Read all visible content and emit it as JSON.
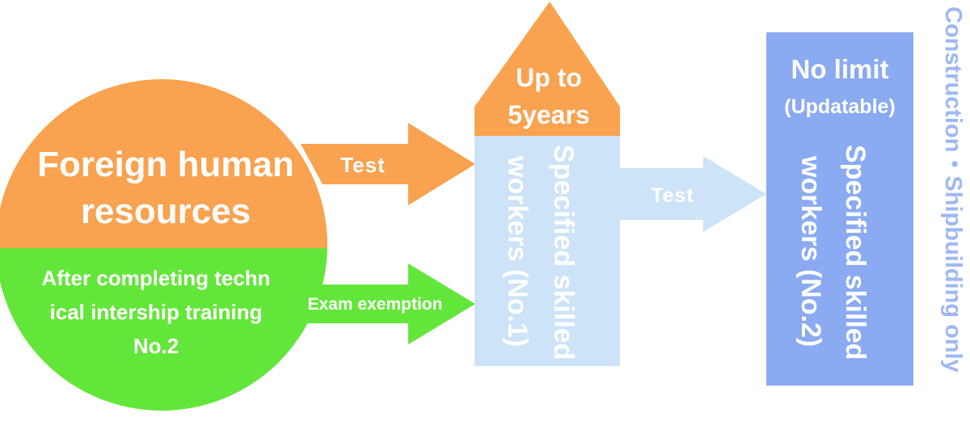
{
  "colors": {
    "orange": "#f9a24f",
    "green": "#63e63a",
    "light_blue": "#cde3f7",
    "blue": "#8aaaf2",
    "vertical_text": "#9db8f3",
    "white": "#ffffff"
  },
  "source": {
    "title_line1": "Foreign human",
    "title_line2": "resources",
    "note_line1": "After completing techn",
    "note_line2": "ical intership training",
    "note_line3": "No.2"
  },
  "arrows": {
    "test_upper": "Test",
    "exam_exemption": "Exam exemption",
    "test_middle": "Test"
  },
  "stage1": {
    "duration_line1": "Up to",
    "duration_line2": "5years",
    "label_line1": "Specified skilled",
    "label_line2": "workers (No.1)"
  },
  "stage2": {
    "duration_line1": "No limit",
    "duration_line2": "(Updatable)",
    "label_line1": "Specified skilled",
    "label_line2": "workers (No.2)"
  },
  "side_note": "Construction・Shipbuilding only"
}
